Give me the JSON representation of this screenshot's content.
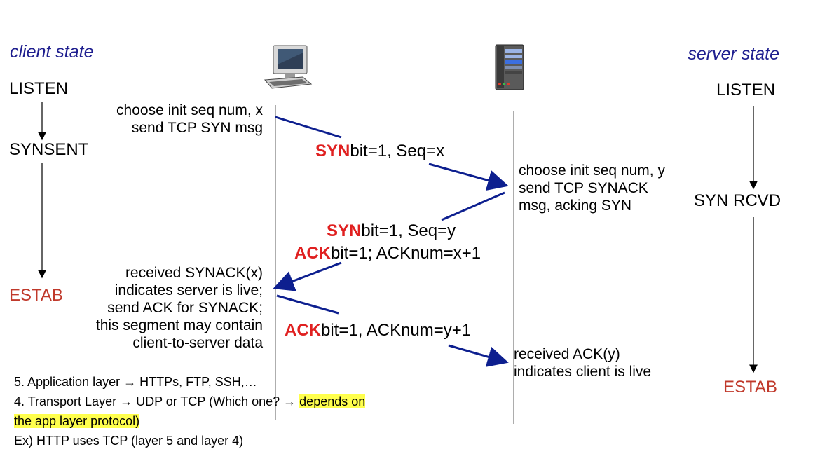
{
  "client": {
    "title": "client state",
    "states": [
      "LISTEN",
      "SYNSENT",
      "ESTAB"
    ]
  },
  "server": {
    "title": "server state",
    "states": [
      "LISTEN",
      "SYN RCVD",
      "ESTAB"
    ]
  },
  "notes": {
    "client_1": [
      "choose init seq num, x",
      "send TCP SYN msg"
    ],
    "server_1": [
      "choose init seq num, y",
      "send TCP SYNACK",
      "msg, acking SYN"
    ],
    "client_2": [
      "received SYNACK(x)",
      "indicates server is live;",
      "send ACK for SYNACK;",
      "this segment may contain",
      "client-to-server data"
    ],
    "server_2": [
      "received ACK(y)",
      "indicates client is live"
    ]
  },
  "messages": {
    "syn": {
      "flag": "SYN",
      "rest": "bit=1, Seq=x"
    },
    "synack_1": {
      "flag": "SYN",
      "rest": "bit=1, Seq=y"
    },
    "synack_2": {
      "flag": "ACK",
      "rest": "bit=1; ACKnum=x+1"
    },
    "ack": {
      "flag": "ACK",
      "rest": "bit=1, ACKnum=y+1"
    }
  },
  "bottom": {
    "line1": "5. Application layer → HTTPs, FTP, SSH,…",
    "line2_a": "4. Transport Layer → UDP or TCP (Which one? → ",
    "line2_hl": "depends on",
    "line3_hl": "the app layer protocol)",
    "line4": "Ex) HTTP uses TCP (layer 5 and layer 4)"
  },
  "colors": {
    "arrow": "#0d1f8f",
    "flag_red": "#e02020",
    "state_red": "#c0392b",
    "italic_blue": "#1f1f8f",
    "highlight": "#ffff4d"
  },
  "icons": [
    "desktop-computer-icon",
    "server-tower-icon"
  ]
}
